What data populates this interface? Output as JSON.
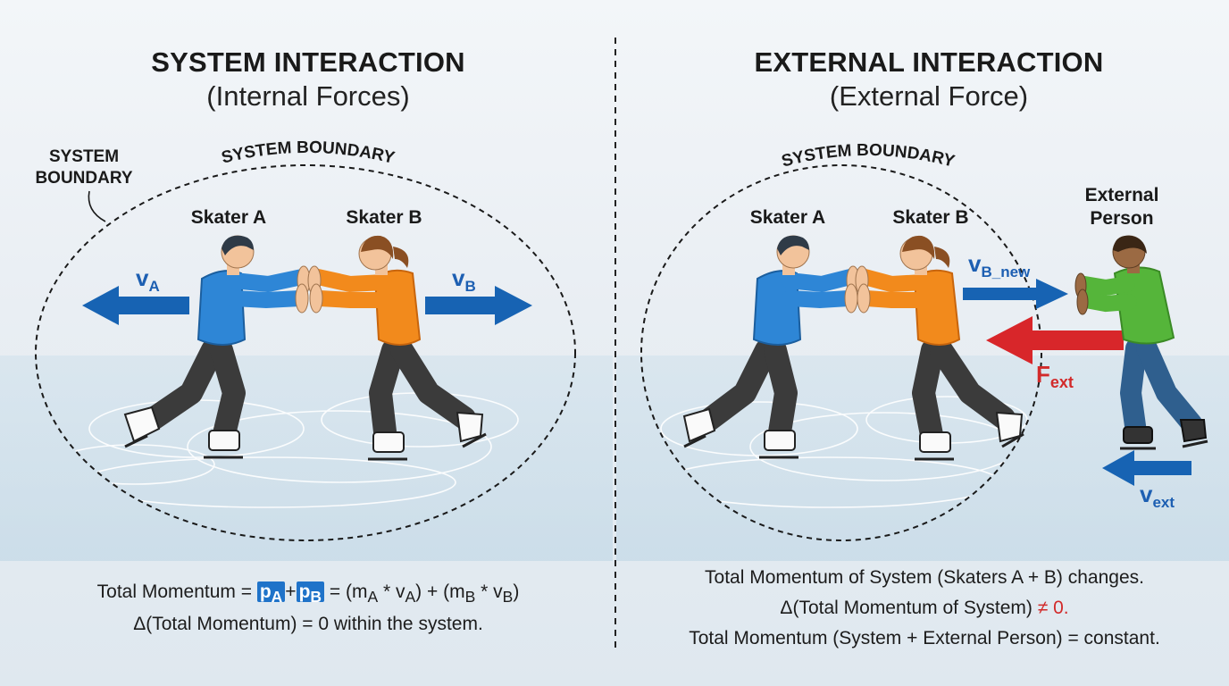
{
  "left": {
    "title": "SYSTEM INTERACTION",
    "subtitle": "(Internal Forces)",
    "outer_label_line1": "SYSTEM",
    "outer_label_line2": "BOUNDARY",
    "boundary_label": "SYSTEM BOUNDARY",
    "skater_a": "Skater A",
    "skater_b": "Skater B",
    "velocity_a_base": "v",
    "velocity_a_sub": "A",
    "velocity_b_base": "v",
    "velocity_b_sub": "B",
    "formula": {
      "prefix": "Total Momentum = ",
      "pA_base": "p",
      "pA_sub": "A",
      "plus": "+",
      "pB_base": "p",
      "pB_sub": "B",
      "rest1": " = (m",
      "mA_sub": "A",
      "rest2": " * v",
      "vA_sub": "A",
      "rest3": ") + (m",
      "mB_sub": "B",
      "rest4": " * v",
      "vB_sub": "B",
      "rest5": ")"
    },
    "line2": "Δ(Total Momentum) = 0 within the system."
  },
  "right": {
    "title": "EXTERNAL INTERACTION",
    "subtitle": "(External Force)",
    "boundary_label": "SYSTEM BOUNDARY",
    "skater_a": "Skater A",
    "skater_b": "Skater B",
    "external_line1": "External",
    "external_line2": "Person",
    "velocity_bnew_base": "v",
    "velocity_bnew_sub": "B_new",
    "force_base": "F",
    "force_sub": "ext",
    "velocity_ext_base": "v",
    "velocity_ext_sub": "ext",
    "line1": "Total Momentum of System (Skaters A + B) changes.",
    "line2_prefix": "Δ(Total Momentum of System) ",
    "line2_neq": "≠ 0.",
    "line3": "Total Momentum (System + External Person) = constant."
  },
  "colors": {
    "blue_arrow": "#1763b3",
    "red_arrow": "#d8262a",
    "skater_a_shirt": "#2e86d6",
    "skater_b_shirt": "#f28a1c",
    "external_shirt": "#55b53a",
    "pants": "#3b3b3b"
  }
}
